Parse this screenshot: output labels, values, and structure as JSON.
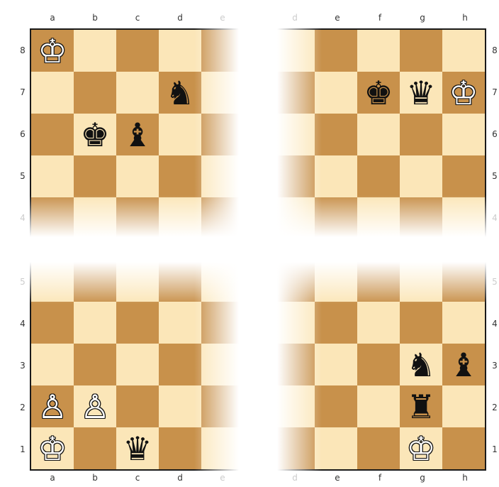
{
  "files_left": [
    "a",
    "b",
    "c",
    "d",
    "e"
  ],
  "files_right": [
    "d",
    "e",
    "f",
    "g",
    "h"
  ],
  "top": {
    "ranks": [
      "8",
      "7",
      "6",
      "5",
      "4"
    ],
    "left_pieces": [
      {
        "square": "a8",
        "glyph": "♔",
        "color": "white",
        "name": "white-king-icon"
      },
      {
        "square": "d7",
        "glyph": "♞",
        "color": "black",
        "name": "black-knight-icon"
      },
      {
        "square": "b6",
        "glyph": "♚",
        "color": "black",
        "name": "black-king-icon"
      },
      {
        "square": "c6",
        "glyph": "♝",
        "color": "black",
        "name": "black-bishop-icon"
      }
    ],
    "right_pieces": [
      {
        "square": "f7",
        "glyph": "♚",
        "color": "black",
        "name": "black-king-icon"
      },
      {
        "square": "g7",
        "glyph": "♛",
        "color": "black",
        "name": "black-queen-icon"
      },
      {
        "square": "h7",
        "glyph": "♔",
        "color": "white",
        "name": "white-king-icon"
      }
    ]
  },
  "bottom": {
    "ranks": [
      "5",
      "4",
      "3",
      "2",
      "1"
    ],
    "left_pieces": [
      {
        "square": "a2",
        "glyph": "♙",
        "color": "white",
        "name": "white-pawn-icon"
      },
      {
        "square": "b2",
        "glyph": "♙",
        "color": "white",
        "name": "white-pawn-icon"
      },
      {
        "square": "a1",
        "glyph": "♔",
        "color": "white",
        "name": "white-king-icon"
      },
      {
        "square": "c1",
        "glyph": "♛",
        "color": "black",
        "name": "black-queen-icon"
      }
    ],
    "right_pieces": [
      {
        "square": "g3",
        "glyph": "♞",
        "color": "black",
        "name": "black-knight-icon"
      },
      {
        "square": "h3",
        "glyph": "♝",
        "color": "black",
        "name": "black-bishop-icon"
      },
      {
        "square": "g2",
        "glyph": "♜",
        "color": "black",
        "name": "black-rook-icon"
      },
      {
        "square": "g1",
        "glyph": "♔",
        "color": "white",
        "name": "white-king-icon"
      }
    ]
  },
  "colors": {
    "light_square": "#fbe6b8",
    "dark_square": "#c8914b",
    "border": "#1a1a1a"
  }
}
